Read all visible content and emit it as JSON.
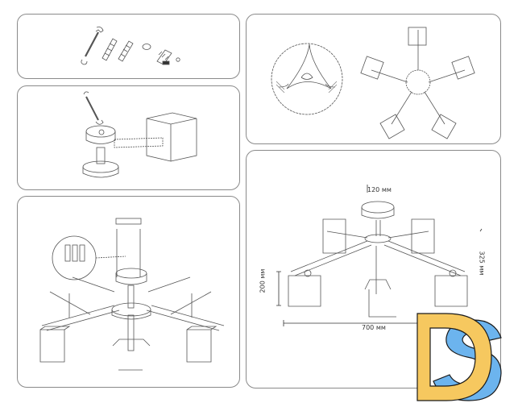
{
  "panels": [
    {
      "id": "parts",
      "description": "Included hardware: wrench, screw, dowel, washer, terminal block, cap"
    },
    {
      "id": "step-arm",
      "description": "Attach arm to hub with wrench"
    },
    {
      "id": "step-wiring",
      "description": "Hang fixture and connect wiring at ceiling"
    },
    {
      "id": "step-top-view",
      "description": "Top view with wiring detail circle"
    },
    {
      "id": "dimensions",
      "description": "Overall dimensions"
    }
  ],
  "dimensions": {
    "canopy_diameter": "120 мм",
    "shade_height": "200 мм",
    "total_height": "325 мм",
    "total_width": "700 мм"
  },
  "logo": {
    "text": "DS",
    "colors": {
      "d": "#f6c85f",
      "s": "#6cb4ee",
      "outline": "#1a1a1a"
    }
  },
  "colors": {
    "line": "#555555",
    "border": "#8a8a8a"
  }
}
